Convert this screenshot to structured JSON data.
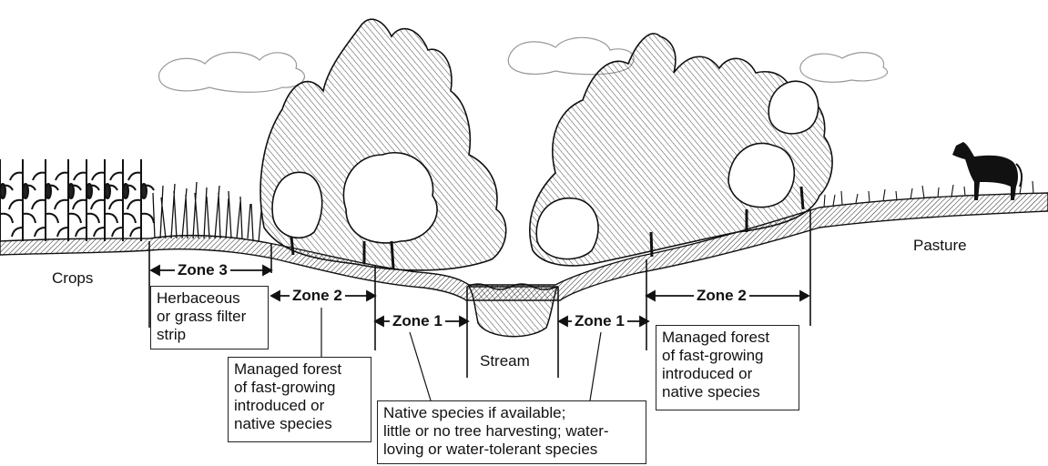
{
  "labels": {
    "crops": "Crops",
    "pasture": "Pasture",
    "stream": "Stream"
  },
  "zones": {
    "zone3": "Zone 3",
    "zone2_left": "Zone 2",
    "zone1_left": "Zone 1",
    "zone1_right": "Zone 1",
    "zone2_right": "Zone 2"
  },
  "boxes": {
    "zone3_desc": [
      "Herbaceous",
      "or grass filter",
      "strip"
    ],
    "zone2_left_desc": [
      "Managed forest",
      "of fast-growing",
      "introduced or",
      "native species"
    ],
    "zone1_desc": [
      "Native species if available;",
      "little or no tree harvesting; water-",
      "loving or water-tolerant species"
    ],
    "zone2_right_desc": [
      "Managed forest",
      "of fast-growing",
      "introduced or",
      "native species"
    ]
  },
  "colors": {
    "ink": "#111111",
    "cloud": "#9a9a9a",
    "water": "#444444"
  }
}
